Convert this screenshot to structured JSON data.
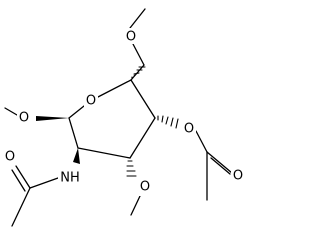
{
  "atoms": {
    "ring_oxygen": "O",
    "methoxy_o_c1": "O",
    "methoxy_o_c6": "O",
    "acetoxy_ester_o": "O",
    "acetoxy_carbonyl_o": "O",
    "methoxy_o_c3": "O",
    "amide_n": "NH",
    "amide_carbonyl_o": "O"
  }
}
